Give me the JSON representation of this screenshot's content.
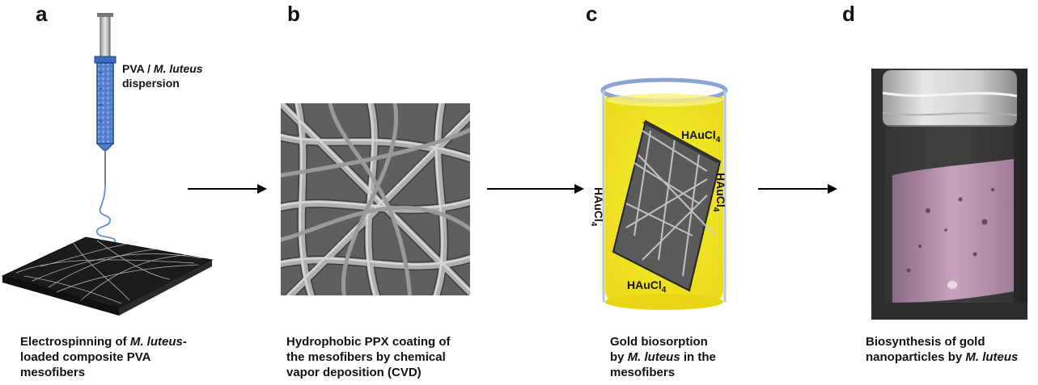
{
  "panels": [
    {
      "letter": "a",
      "caption_parts": [
        "Electrospinning of ",
        "M. luteus",
        "-",
        "loaded composite PVA",
        "mesofibers"
      ]
    },
    {
      "letter": "b",
      "caption_parts": [
        "Hydrophobic PPX coating of",
        "the mesofibers by chemical",
        "vapor deposition (CVD)"
      ]
    },
    {
      "letter": "c",
      "caption_parts": [
        "Gold biosorption",
        "by ",
        "M. luteus",
        " in the",
        "mesofibers"
      ]
    },
    {
      "letter": "d",
      "caption_parts": [
        "Biosynthesis of gold",
        "nanoparticles by ",
        "M. luteus"
      ]
    }
  ],
  "syringe_label": {
    "prefix": "PVA / ",
    "species": "M. luteus",
    "suffix": "dispersion"
  },
  "beaker_labels": {
    "base": "HAuCl",
    "subscript": "4"
  },
  "colors": {
    "gold_solution": "#f5ea1a",
    "beaker_rim": "#8aa4d8",
    "syringe_fluid": "#4f7fcc",
    "sem_gray": "#7d7d7d",
    "film_pink": "#b78fa8"
  }
}
